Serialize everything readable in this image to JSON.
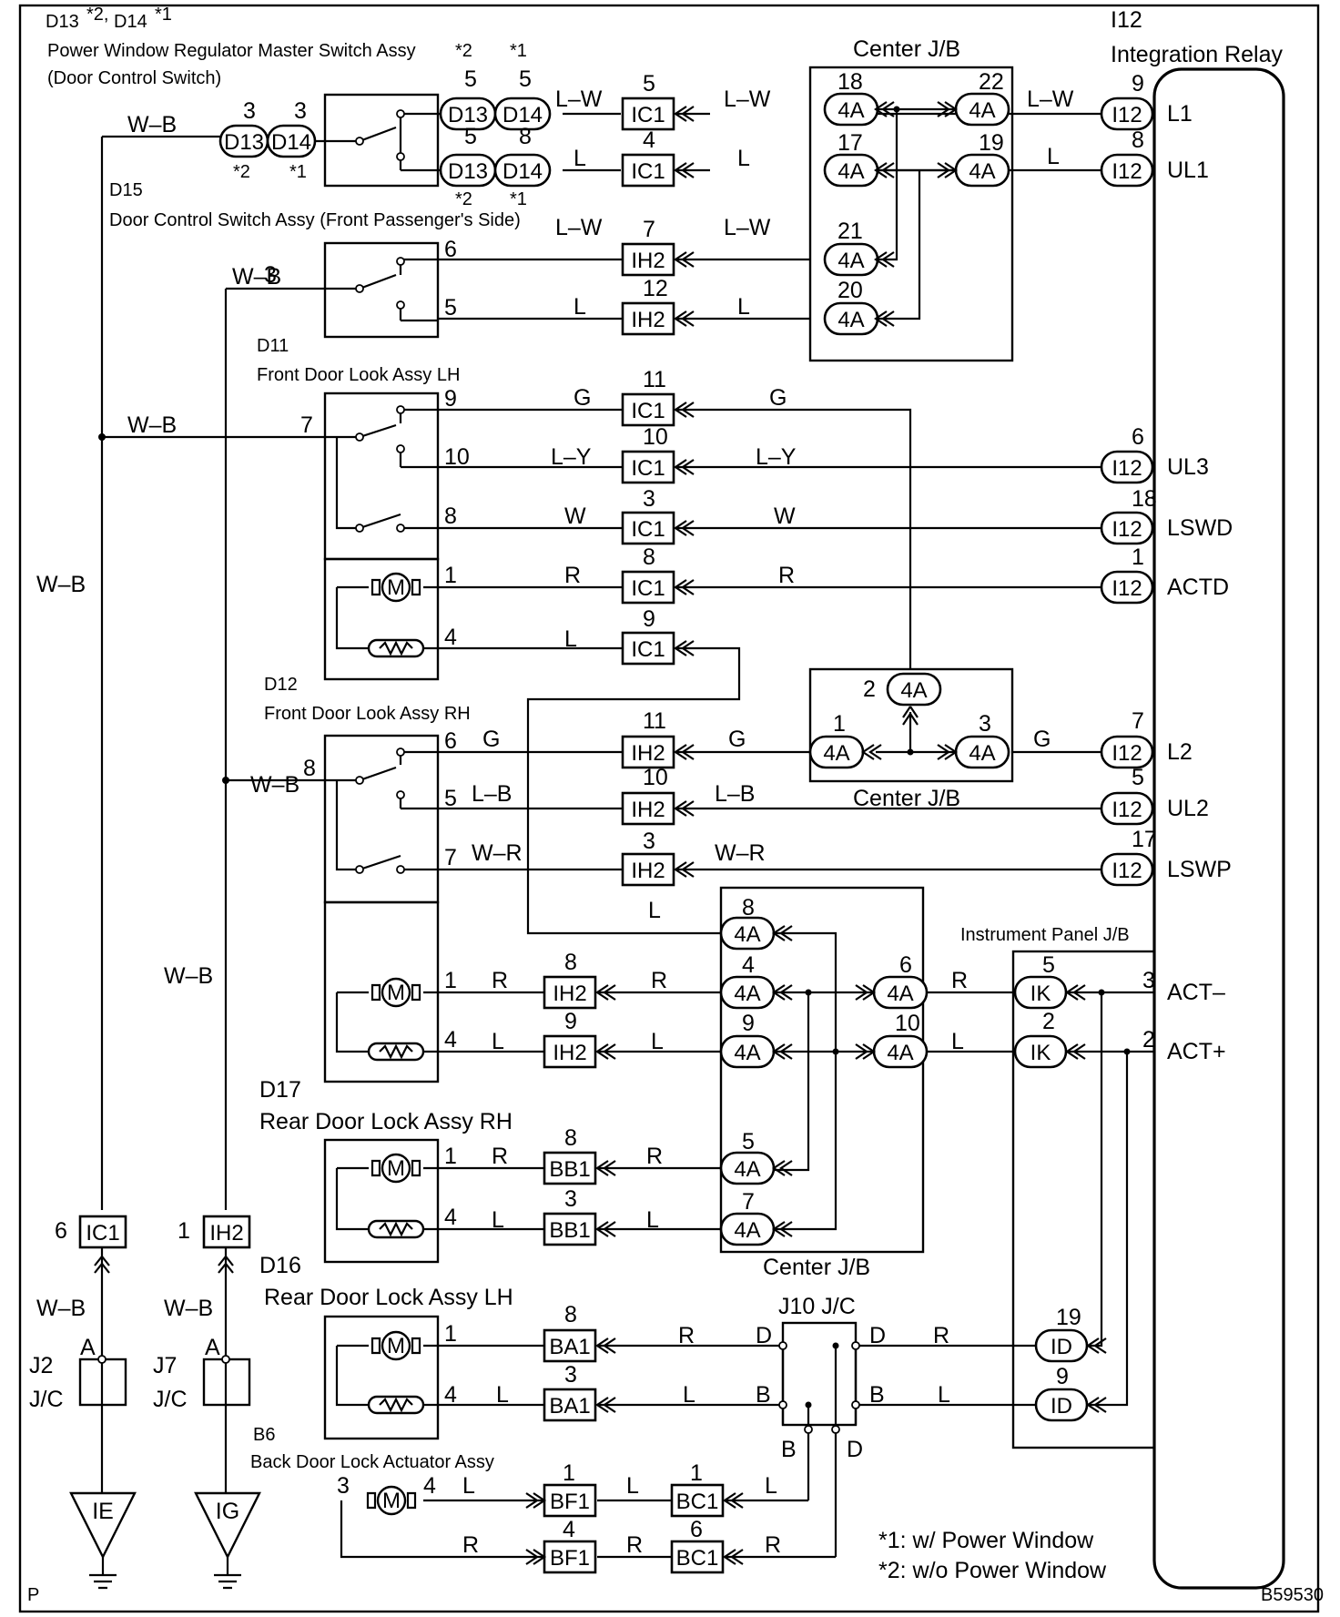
{
  "labels": {
    "d13": "D13",
    "d14": "D14",
    "star2": "*2,",
    "star1": "*1",
    "star2b": "*2",
    "master_sw": "Power Window Regulator Master Switch Assy",
    "door_ctrl": "(Door Control Switch)",
    "d15": "D15",
    "d15_name": "Door Control Switch Assy (Front Passenger's Side)",
    "d11": "D11",
    "d11_name": "Front Door Look Assy LH",
    "d12": "D12",
    "d12_name": "Front Door Look Assy RH",
    "d17": "D17",
    "d17_name": "Rear Door Lock Assy RH",
    "d16": "D16",
    "d16_name": "Rear Door Lock Assy LH",
    "b6": "B6",
    "b6_name": "Back Door Lock Actuator Assy",
    "i12": "I12",
    "integration_relay": "Integration Relay",
    "center_jb": "Center J/B",
    "instrument_jb": "Instrument Panel J/B",
    "j10": "J10 J/C",
    "j2": "J2",
    "j7": "J7",
    "jc": "J/C",
    "ground_ie": "IE",
    "ground_ig": "IG",
    "note1": "*1: w/ Power Window",
    "note2": "*2: w/o Power Window",
    "page_p": "P",
    "fig_id": "B59530"
  },
  "relay_terminals": [
    "L1",
    "UL1",
    "UL3",
    "LSWD",
    "ACTD",
    "L2",
    "UL2",
    "LSWP",
    "ACT–",
    "ACT+"
  ],
  "wires": [
    "W–B",
    "L–W",
    "L",
    "G",
    "L–Y",
    "W",
    "R",
    "L–B",
    "W–R"
  ],
  "connectors": [
    "IC1",
    "IH2",
    "4A",
    "I12",
    "IK",
    "ID",
    "BB1",
    "BA1",
    "BF1",
    "BC1",
    "D13",
    "D14"
  ],
  "junction_points": [
    "A",
    "B",
    "D"
  ],
  "pins": [
    "1",
    "2",
    "3",
    "4",
    "5",
    "6",
    "7",
    "8",
    "9",
    "10",
    "11",
    "12",
    "17",
    "18",
    "19",
    "20",
    "21",
    "22"
  ]
}
